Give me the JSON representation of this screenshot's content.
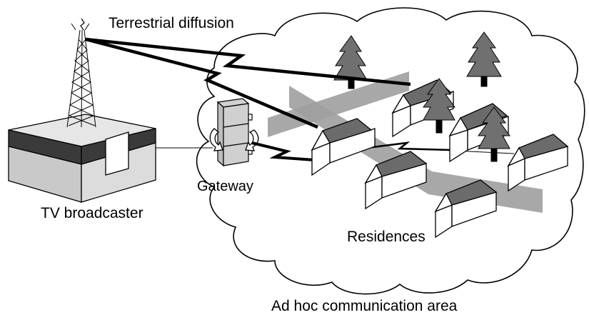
{
  "labels": {
    "terrestrial_diffusion": "Terrestrial diffusion",
    "gateway": "Gateway",
    "tv_broadcaster": "TV broadcaster",
    "residences": "Residences",
    "ad_hoc_area": "Ad hoc communication area"
  },
  "colors": {
    "roof": "#6b6b6b",
    "wall": "#ffffff",
    "road": "#9e9e9e",
    "tree": "#707070",
    "building_top": "#e6e6e6",
    "building_band": "#3a3a3a",
    "building_base": "#c9c9c9"
  }
}
